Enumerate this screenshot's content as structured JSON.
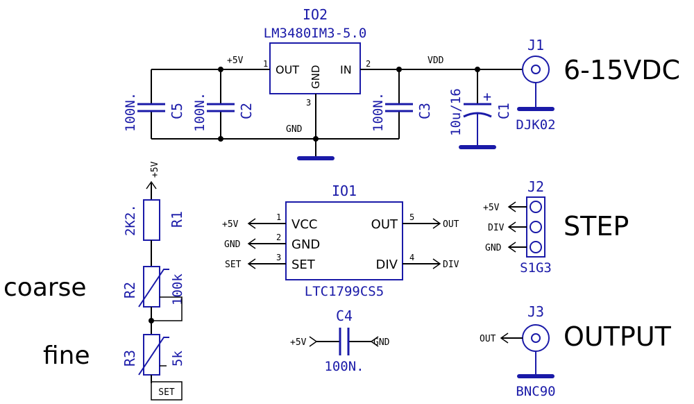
{
  "ic2": {
    "ref": "IO2",
    "part": "LM3480IM3-5.0",
    "pin_out": "OUT",
    "pin_in": "IN",
    "pin_gnd": "GND",
    "pin1": "1",
    "pin2": "2",
    "pin3": "3"
  },
  "ic1": {
    "ref": "IO1",
    "part": "LTC1799CS5",
    "pin_vcc": "VCC",
    "pin_gnd": "GND",
    "pin_set": "SET",
    "pin_out": "OUT",
    "pin_div": "DIV",
    "pin1": "1",
    "pin2": "2",
    "pin3": "3",
    "pin4": "4",
    "pin5": "5"
  },
  "nets": {
    "plus5v": "+5V",
    "vdd": "VDD",
    "gnd": "GND",
    "set": "SET",
    "out": "OUT",
    "div": "DIV"
  },
  "caps": {
    "c5": {
      "ref": "C5",
      "value": "100N."
    },
    "c2": {
      "ref": "C2",
      "value": "100N."
    },
    "c3": {
      "ref": "C3",
      "value": "100N."
    },
    "c1": {
      "ref": "C1",
      "value": "10u/16"
    },
    "c4": {
      "ref": "C4",
      "value": "100N."
    }
  },
  "resistors": {
    "r1": {
      "ref": "R1",
      "value": "2K2."
    },
    "r2": {
      "ref": "R2",
      "value": "100k"
    },
    "r3": {
      "ref": "R3",
      "value": "5k"
    }
  },
  "connectors": {
    "j1": {
      "ref": "J1",
      "part": "DJK02",
      "label": "6-15VDC"
    },
    "j2": {
      "ref": "J2",
      "part": "S1G3",
      "label": "STEP"
    },
    "j3": {
      "ref": "J3",
      "part": "BNC90",
      "label": "OUTPUT"
    }
  },
  "labels": {
    "coarse": "coarse",
    "fine": "fine",
    "plus_sign": "+"
  }
}
